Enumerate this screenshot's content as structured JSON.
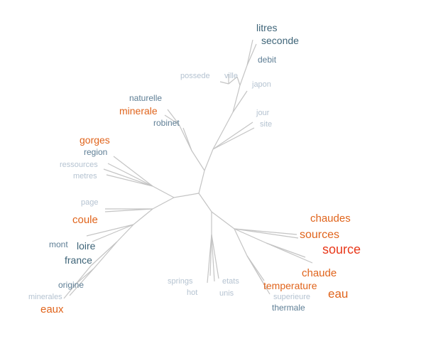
{
  "colors": {
    "edge": "#c4c4c4",
    "light": "#b5c3d1",
    "medium": "#5e7e95",
    "dark": "#3e6478",
    "orange": "#e0641c",
    "red": "#e8381a"
  },
  "words": [
    {
      "text": "litres",
      "tone": "dark"
    },
    {
      "text": "seconde",
      "tone": "dark"
    },
    {
      "text": "debit",
      "tone": "medium"
    },
    {
      "text": "ville",
      "tone": "light"
    },
    {
      "text": "possede",
      "tone": "light"
    },
    {
      "text": "japon",
      "tone": "light"
    },
    {
      "text": "naturelle",
      "tone": "medium"
    },
    {
      "text": "minerale",
      "tone": "orange"
    },
    {
      "text": "robinet",
      "tone": "medium"
    },
    {
      "text": "jour",
      "tone": "light"
    },
    {
      "text": "site",
      "tone": "light"
    },
    {
      "text": "gorges",
      "tone": "orange"
    },
    {
      "text": "region",
      "tone": "medium"
    },
    {
      "text": "ressources",
      "tone": "light"
    },
    {
      "text": "metres",
      "tone": "light"
    },
    {
      "text": "page",
      "tone": "light"
    },
    {
      "text": "coule",
      "tone": "orange"
    },
    {
      "text": "mont",
      "tone": "medium"
    },
    {
      "text": "loire",
      "tone": "dark"
    },
    {
      "text": "france",
      "tone": "dark"
    },
    {
      "text": "origine",
      "tone": "medium"
    },
    {
      "text": "minerales",
      "tone": "light"
    },
    {
      "text": "eaux",
      "tone": "orange"
    },
    {
      "text": "chaudes",
      "tone": "orange"
    },
    {
      "text": "sources",
      "tone": "orange"
    },
    {
      "text": "source",
      "tone": "red"
    },
    {
      "text": "chaude",
      "tone": "orange"
    },
    {
      "text": "eau",
      "tone": "orange"
    },
    {
      "text": "temperature",
      "tone": "orange"
    },
    {
      "text": "superieure",
      "tone": "light"
    },
    {
      "text": "thermale",
      "tone": "medium"
    },
    {
      "text": "springs",
      "tone": "light"
    },
    {
      "text": "hot",
      "tone": "light"
    },
    {
      "text": "etats",
      "tone": "light"
    },
    {
      "text": "unis",
      "tone": "light"
    }
  ]
}
